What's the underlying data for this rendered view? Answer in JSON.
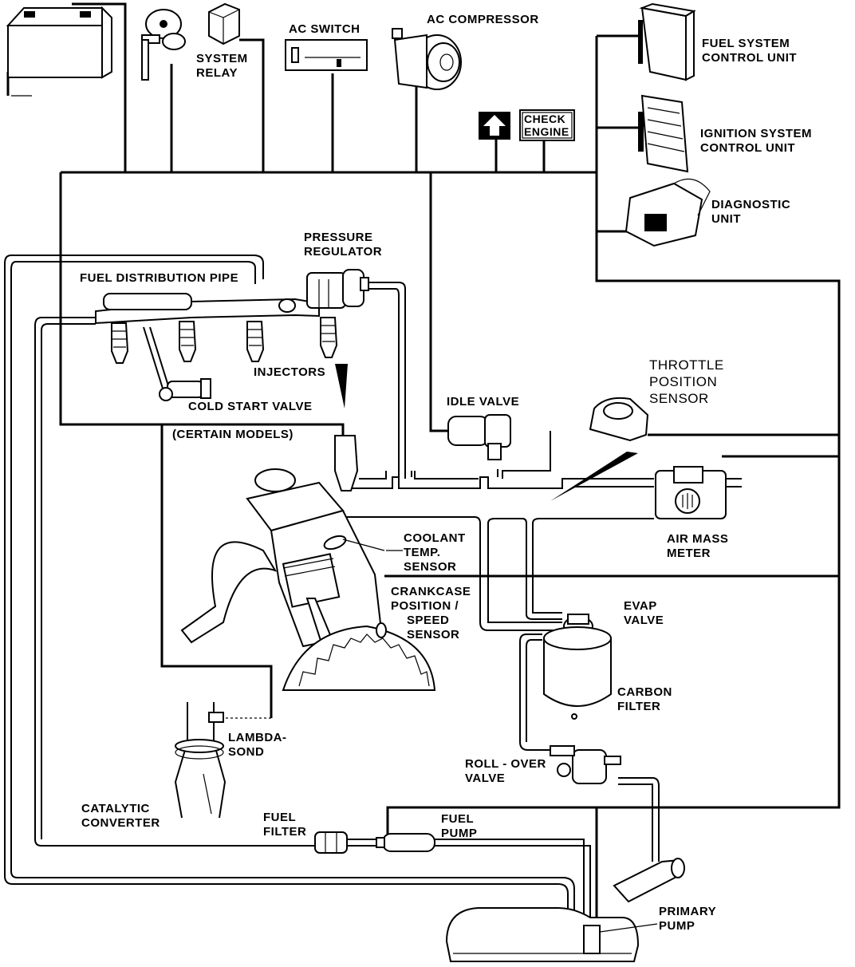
{
  "labels": {
    "system_relay": [
      "SYSTEM",
      "RELAY"
    ],
    "ac_switch": "AC SWITCH",
    "ac_compressor": "AC COMPRESSOR",
    "check_engine": [
      "CHECK",
      "ENGINE"
    ],
    "fuel_system_control_unit": [
      "FUEL SYSTEM",
      "CONTROL UNIT"
    ],
    "ignition_system_control_unit": [
      "IGNITION SYSTEM",
      "CONTROL UNIT"
    ],
    "diagnostic_unit": [
      "DIAGNOSTIC",
      "UNIT"
    ],
    "pressure_regulator": [
      "PRESSURE",
      "REGULATOR"
    ],
    "fuel_distribution_pipe": "FUEL DISTRIBUTION PIPE",
    "injectors": "INJECTORS",
    "cold_start_valve": "COLD START VALVE",
    "certain_models": "(CERTAIN MODELS)",
    "throttle_position_sensor": [
      "THROTTLE",
      "POSITION",
      "SENSOR"
    ],
    "idle_valve": "IDLE VALVE",
    "coolant_temp_sensor": [
      "COOLANT",
      "TEMP.",
      "SENSOR"
    ],
    "air_mass_meter": [
      "AIR MASS",
      "METER"
    ],
    "crankcase_sensor": [
      "CRANKCASE",
      "POSITION /",
      "SPEED",
      "SENSOR"
    ],
    "evap_valve": [
      "EVAP",
      "VALVE"
    ],
    "carbon_filter": [
      "CARBON",
      "FILTER"
    ],
    "lambda_sond": [
      "LAMBDA-",
      "SOND"
    ],
    "catalytic_converter": [
      "CATALYTIC",
      "CONVERTER"
    ],
    "roll_over_valve": [
      "ROLL - OVER",
      "VALVE"
    ],
    "fuel_filter": [
      "FUEL",
      "FILTER"
    ],
    "fuel_pump": [
      "FUEL",
      "PUMP"
    ],
    "primary_pump": [
      "PRIMARY",
      "PUMP"
    ]
  }
}
